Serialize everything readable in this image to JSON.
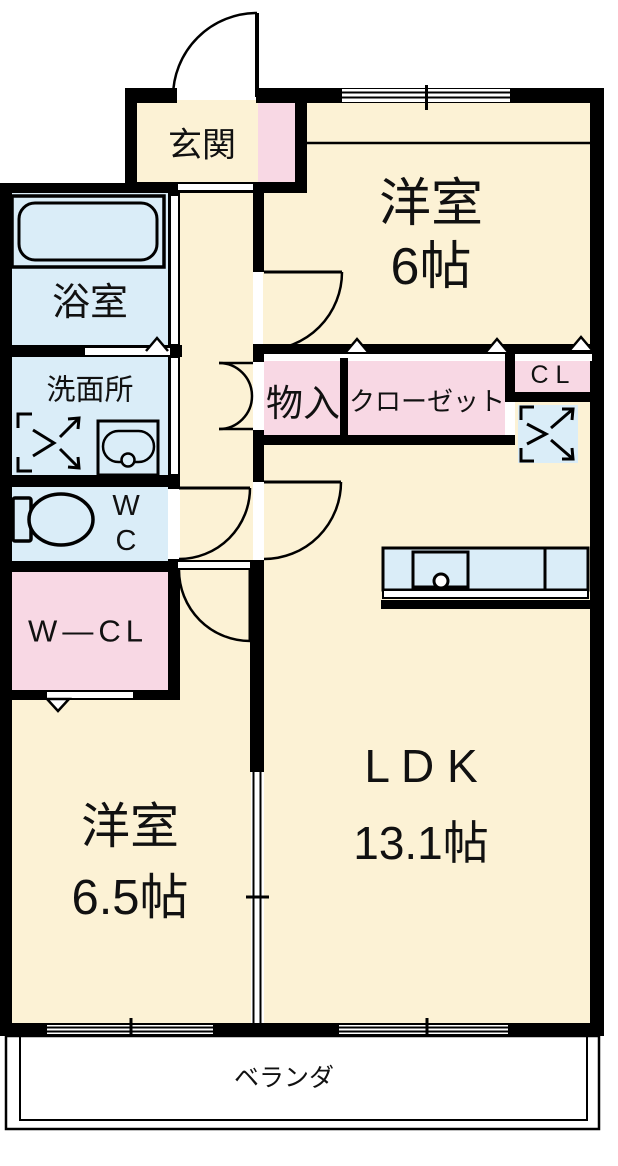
{
  "title": "1LDK-floor-plan",
  "colors": {
    "floor": "#FCF2D5",
    "wet": "#DAEDF8",
    "storage": "#F8D8E4",
    "wall": "#000000",
    "balcony": "#FFFFFF"
  },
  "rooms": {
    "genkan": {
      "label": "玄関"
    },
    "bathroom": {
      "label": "浴室"
    },
    "washroom": {
      "label": "洗面所"
    },
    "toilet": {
      "label": "W\nC"
    },
    "wcl": {
      "label": "W—CL"
    },
    "storage": {
      "label": "物入"
    },
    "closet": {
      "label": "クローゼット"
    },
    "cl": {
      "label": "C L"
    },
    "bedroom1": {
      "label": "洋室\n6帖"
    },
    "ldk": {
      "label": "L D K\n13.1帖"
    },
    "bedroom2": {
      "label": "洋室\n6.5帖"
    },
    "balcony": {
      "label": "ベランダ"
    }
  }
}
